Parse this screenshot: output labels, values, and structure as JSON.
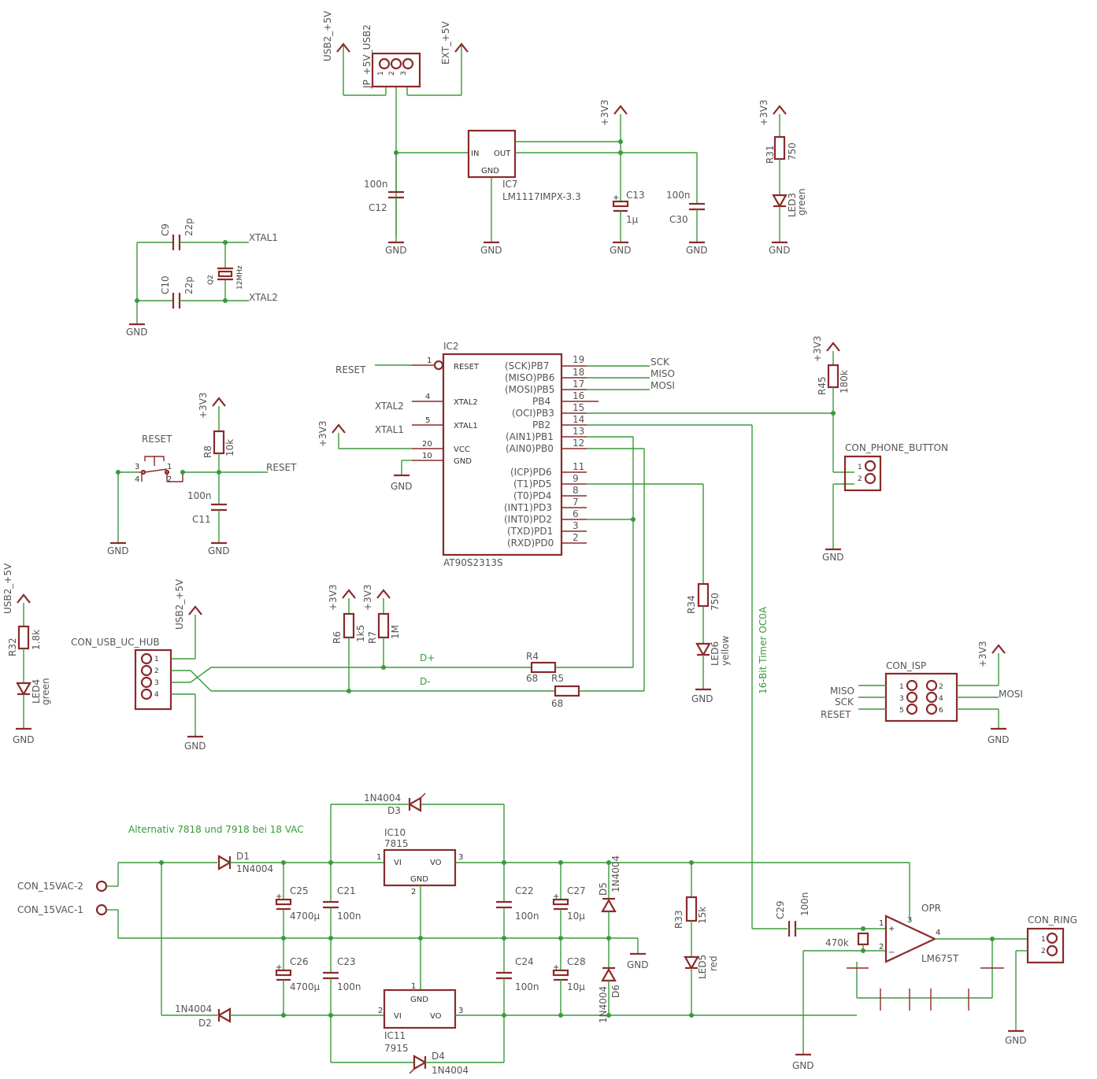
{
  "labels": {
    "usb2_5v_top": "USB2_+5V",
    "jp_5v_usb2": "JP_+5V_USB2",
    "ext_5v": "EXT_+5V",
    "v3v3": "+3V3",
    "gnd": "GND",
    "ic7": "IC7",
    "lm1117": "LM1117IMPX-3.3",
    "c12": "C12",
    "c13": "C13",
    "c30": "C30",
    "v100n": "100n",
    "v1u": "1µ",
    "r31": "R31",
    "v750": "750",
    "led3": "LED3",
    "green": "green",
    "c9": "C9",
    "c10": "C10",
    "v22p": "22p",
    "q2": "Q2",
    "mhz12": "12MHz",
    "xtal1_net": "XTAL1",
    "xtal2_net": "XTAL2",
    "ic2": "IC2",
    "at90": "AT90S2313S",
    "reset_net": "RESET",
    "sck": "SCK",
    "miso": "MISO",
    "mosi": "MOSI",
    "r8": "R8",
    "v10k": "10k",
    "c11": "C11",
    "r45": "R45",
    "v180k": "180k",
    "con_phone": "CON_PHONE_BUTTON",
    "r34": "R34",
    "led6": "LED6",
    "yellow": "yellow",
    "timer_oc0a": "16-Bit Timer OC0A",
    "r32": "R32",
    "v1k8": "1.8k",
    "led4": "LED4",
    "con_usb": "CON_USB_UC_HUB",
    "dplus": "D+",
    "dminus": "D-",
    "r4": "R4",
    "r5": "R5",
    "v68": "68",
    "r6": "R6",
    "v1k5": "1k5",
    "r7": "R7",
    "v1m": "1M",
    "con_isp": "CON_ISP",
    "alternativ": "Alternativ 7818 und 7918 bei 18 VAC",
    "con_15vac2": "CON_15VAC-2",
    "con_15vac1": "CON_15VAC-1",
    "d1": "D1",
    "d2": "D2",
    "d3": "D3",
    "d4": "D4",
    "d5": "D5",
    "d6": "D6",
    "n4004": "1N4004",
    "c25": "C25",
    "c26": "C26",
    "v4700u": "4700µ",
    "c21": "C21",
    "c23": "C23",
    "c22": "C22",
    "c24": "C24",
    "c27": "C27",
    "c28": "C28",
    "v10u": "10µ",
    "ic10": "IC10",
    "r7815": "7815",
    "ic11": "IC11",
    "r7915": "7915",
    "r33": "R33",
    "v15k": "15k",
    "led5": "LED5",
    "red": "red",
    "c29": "C29",
    "v470k": "470k",
    "opr": "OPR",
    "lm675": "LM675T",
    "con_ring": "CON_RING"
  },
  "colors": {
    "wire": "#3a9a3a",
    "part": "#8a2a2a",
    "text": "#555555"
  }
}
